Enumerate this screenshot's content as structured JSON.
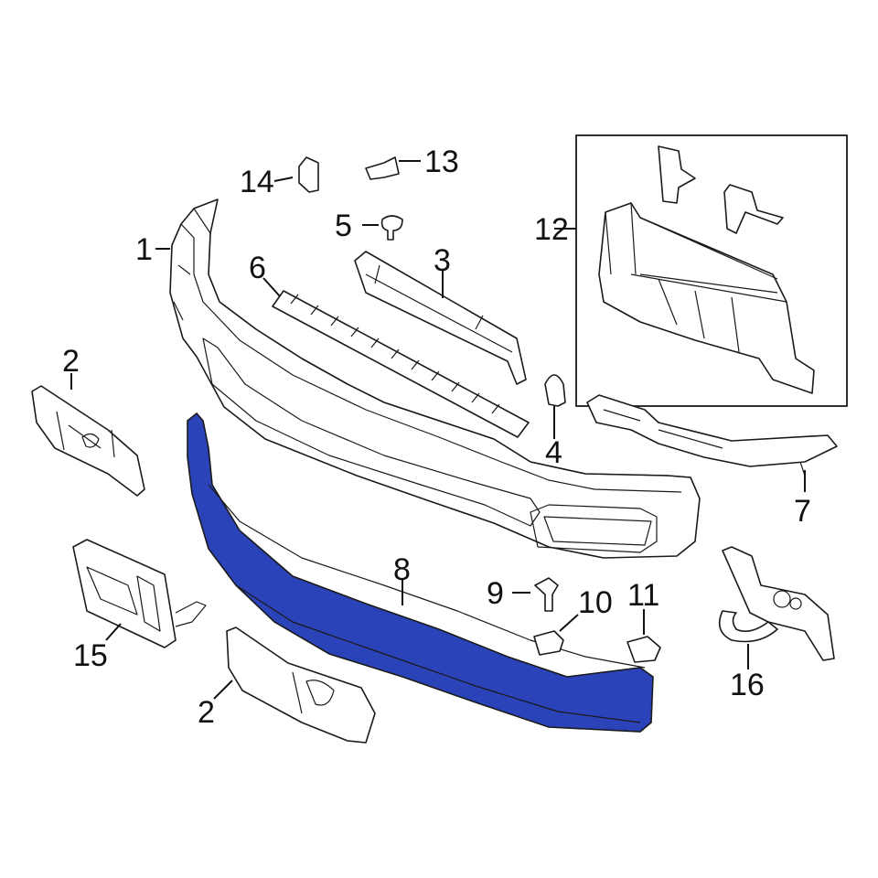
{
  "diagram": {
    "highlight_color": "#2a43b8",
    "outline_color": "#1a1a1a",
    "highlighted_part": "8",
    "callouts": [
      {
        "id": "c1",
        "label": "1"
      },
      {
        "id": "c2a",
        "label": "2"
      },
      {
        "id": "c2b",
        "label": "2"
      },
      {
        "id": "c3",
        "label": "3"
      },
      {
        "id": "c4",
        "label": "4"
      },
      {
        "id": "c5",
        "label": "5"
      },
      {
        "id": "c6",
        "label": "6"
      },
      {
        "id": "c7",
        "label": "7"
      },
      {
        "id": "c8",
        "label": "8"
      },
      {
        "id": "c9",
        "label": "9"
      },
      {
        "id": "c10",
        "label": "10"
      },
      {
        "id": "c11",
        "label": "11"
      },
      {
        "id": "c12",
        "label": "12"
      },
      {
        "id": "c13",
        "label": "13"
      },
      {
        "id": "c14",
        "label": "14"
      },
      {
        "id": "c15",
        "label": "15"
      },
      {
        "id": "c16",
        "label": "16"
      }
    ]
  }
}
